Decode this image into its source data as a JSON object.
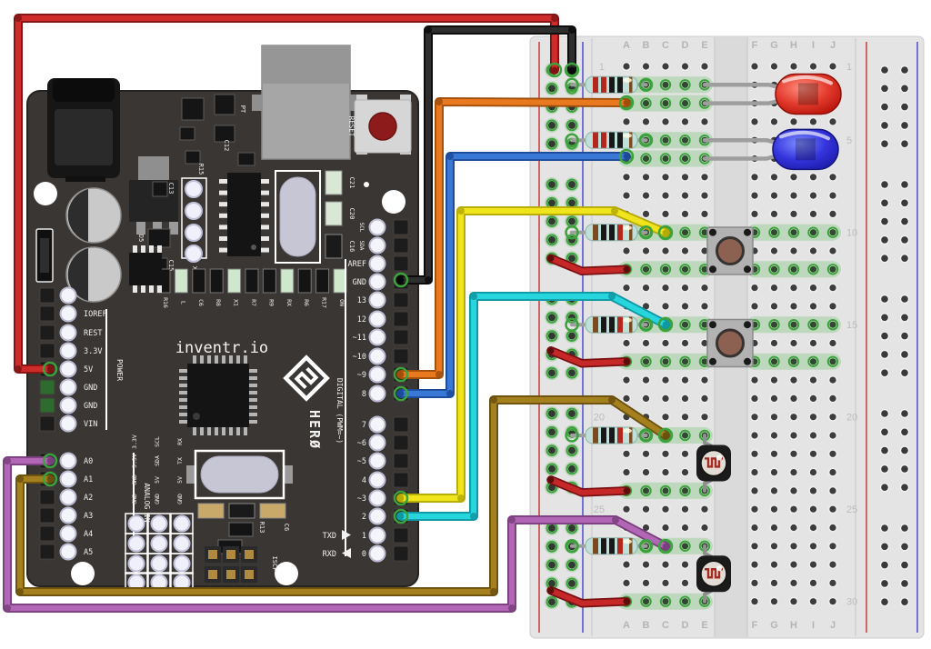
{
  "board": {
    "brand": "inventr.io",
    "model": "HERØ",
    "reset_label": "RESET",
    "group_labels": {
      "power": "POWER",
      "analog": "ANALOG IN",
      "digital": "DIGITAL (PWM=~)"
    },
    "power_pins": [
      "IOREF",
      "REST",
      "3.3V",
      "5V",
      "GND",
      "GND",
      "VIN"
    ],
    "analog_pins": [
      "A0",
      "A1",
      "A2",
      "A3",
      "A4",
      "A5"
    ],
    "i2c_pins": [
      "SCL",
      "SDA"
    ],
    "digital_pins_top": [
      "AREF",
      "GND",
      "13",
      "12",
      "~11",
      "~10",
      "~9",
      "8"
    ],
    "digital_pins_bottom": [
      "7",
      "~6",
      "~5",
      "4",
      "~3",
      "2",
      "1",
      "0"
    ],
    "serial_labels": {
      "tx": "TXD",
      "rx": "RXD"
    },
    "icsp_label": "ISCP",
    "breakout_labels": [
      [
        "3.3V",
        "SCL",
        "RX"
      ],
      [
        "3.3V",
        "SDA",
        "TX"
      ],
      [
        "GND",
        "5V",
        "5V"
      ],
      [
        "GND",
        "GND",
        "GND"
      ]
    ],
    "silkscreen_top": [
      "PT",
      "C12",
      "R15",
      "C13",
      "D5",
      "C15",
      "X1",
      "C21",
      "C20",
      "C16"
    ],
    "silkscreen_row": [
      "R16",
      "L",
      "C6",
      "R8",
      "X1",
      "R7",
      "R9",
      "RX",
      "R6",
      "R17",
      "ON"
    ],
    "silkscreen_bottom": [
      "R13",
      "C6"
    ]
  },
  "breadboard": {
    "columns_left": [
      "A",
      "B",
      "C",
      "D",
      "E"
    ],
    "columns_right": [
      "F",
      "G",
      "H",
      "I",
      "J"
    ],
    "row_markers": [
      "1",
      "5",
      "10",
      "15",
      "20",
      "25",
      "30"
    ],
    "rows": 30,
    "connected_rows_left": [
      2,
      3,
      5,
      6,
      10,
      12,
      15,
      17,
      21,
      24,
      27,
      30
    ],
    "connected_rows_right": [
      10,
      12,
      15,
      17
    ]
  },
  "components": {
    "leds": [
      {
        "name": "red-led",
        "hex": "#d92018",
        "rows": [
          2,
          3
        ]
      },
      {
        "name": "blue-led",
        "hex": "#2a2ace",
        "rows": [
          5,
          6
        ]
      }
    ],
    "resistors": [
      {
        "value": "220",
        "row": 2,
        "bands": [
          "#b3271f",
          "#b3271f",
          "#181818",
          "#181818",
          "#7c4a21"
        ]
      },
      {
        "value": "220",
        "row": 5,
        "bands": [
          "#b3271f",
          "#b3271f",
          "#181818",
          "#181818",
          "#7c4a21"
        ]
      },
      {
        "value": "10k",
        "row": 10,
        "bands": [
          "#7c4a21",
          "#181818",
          "#181818",
          "#b3271f",
          "#7c4a21"
        ]
      },
      {
        "value": "10k",
        "row": 15,
        "bands": [
          "#7c4a21",
          "#181818",
          "#181818",
          "#b3271f",
          "#7c4a21"
        ]
      },
      {
        "value": "10k",
        "row": 21,
        "bands": [
          "#7c4a21",
          "#181818",
          "#181818",
          "#b3271f",
          "#7c4a21"
        ]
      },
      {
        "value": "10k",
        "row": 27,
        "bands": [
          "#7c4a21",
          "#181818",
          "#181818",
          "#b3271f",
          "#7c4a21"
        ]
      }
    ],
    "push_buttons": [
      {
        "rows": [
          10,
          12
        ]
      },
      {
        "rows": [
          15,
          17
        ]
      }
    ],
    "photoresistors": [
      {
        "rows": [
          21,
          24
        ]
      },
      {
        "rows": [
          27,
          30
        ]
      }
    ],
    "rail_jumpers": [
      {
        "hex": "#c62828",
        "to_row": 12
      },
      {
        "hex": "#c62828",
        "to_row": 17
      },
      {
        "hex": "#c62828",
        "to_row": 24
      },
      {
        "hex": "#c62828",
        "to_row": 30
      }
    ]
  },
  "wires": [
    {
      "id": "red",
      "color_name": "red",
      "hex": "#cf2b2b",
      "outline": "#801414",
      "from": "board 5V",
      "to": "breadboard + rail"
    },
    {
      "id": "black",
      "color_name": "black",
      "hex": "#2e2e2e",
      "outline": "#0a0a0a",
      "from": "board GND",
      "to": "breadboard - rail"
    },
    {
      "id": "orange",
      "color_name": "orange",
      "hex": "#e8791f",
      "outline": "#a04e0c",
      "from": "board pin ~9",
      "to": "breadboard A3"
    },
    {
      "id": "blue",
      "color_name": "blue",
      "hex": "#3a78d6",
      "outline": "#1d4a96",
      "from": "board pin 8",
      "to": "breadboard A6"
    },
    {
      "id": "yellow",
      "color_name": "yellow",
      "hex": "#f0e41c",
      "outline": "#b5aa06",
      "from": "board pin ~3",
      "to": "breadboard C10"
    },
    {
      "id": "cyan",
      "color_name": "cyan",
      "hex": "#27d5dc",
      "outline": "#0f97a3",
      "from": "board pin 2",
      "to": "breadboard C15"
    },
    {
      "id": "brown",
      "color_name": "brown",
      "hex": "#a5801f",
      "outline": "#6b500e",
      "from": "board A1",
      "to": "breadboard C21"
    },
    {
      "id": "purple",
      "color_name": "purple",
      "hex": "#b266b6",
      "outline": "#7a3f7e",
      "from": "board A0",
      "to": "breadboard C27"
    }
  ],
  "colors": {
    "board": "#3a3633",
    "breadboard": "#e4e4e4",
    "rail_positive_line": "#cc4444",
    "rail_negative_line": "#5555cc",
    "connected_ring": "#3da23d",
    "hole": "#3d3d3d",
    "silkscreen": "#efefef"
  }
}
